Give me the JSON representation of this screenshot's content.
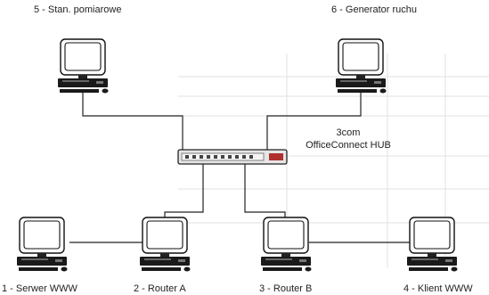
{
  "nodes": {
    "n5": {
      "label": "5 - Stan. pomiarowe"
    },
    "n6": {
      "label": "6 - Generator ruchu"
    },
    "n1": {
      "label": "1 - Serwer WWW"
    },
    "n2": {
      "label": "2 - Router A"
    },
    "n3": {
      "label": "3 - Router B"
    },
    "n4": {
      "label": "4 - Klient WWW"
    }
  },
  "hub": {
    "brand": "3com",
    "model": "OfficeConnect HUB"
  },
  "icons": {
    "computer": "desktop-computer-icon",
    "hub": "network-hub-icon"
  },
  "colors": {
    "line": "#222222",
    "screen_bezel": "#111111",
    "hub_body": "#e6e6e6"
  }
}
